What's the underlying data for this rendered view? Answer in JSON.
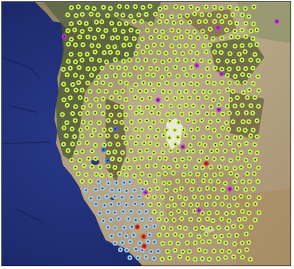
{
  "map": {
    "type": "satellite-station-map",
    "region": "western-united-states",
    "colors": {
      "ocean": "#1f2f7a",
      "ocean_deep": "#15205e",
      "land_light": "#b8a888",
      "land_dark": "#6a5a40",
      "forest": "#4e5a34",
      "salt_flat": "#e8e4dc",
      "marker_green": "#c8f04a",
      "marker_purple": "#c030d8",
      "marker_red": "#e02424",
      "marker_lightblue": "#9cc6ec",
      "marker_blue": "#3f6de0",
      "marker_center": "#2b2b2b"
    },
    "marker_types": [
      "green",
      "purple",
      "red",
      "lightblue",
      "blue"
    ],
    "marker_counts": {
      "green": 430,
      "purple": 11,
      "red": 4,
      "lightblue": 52,
      "blue": 3
    }
  }
}
